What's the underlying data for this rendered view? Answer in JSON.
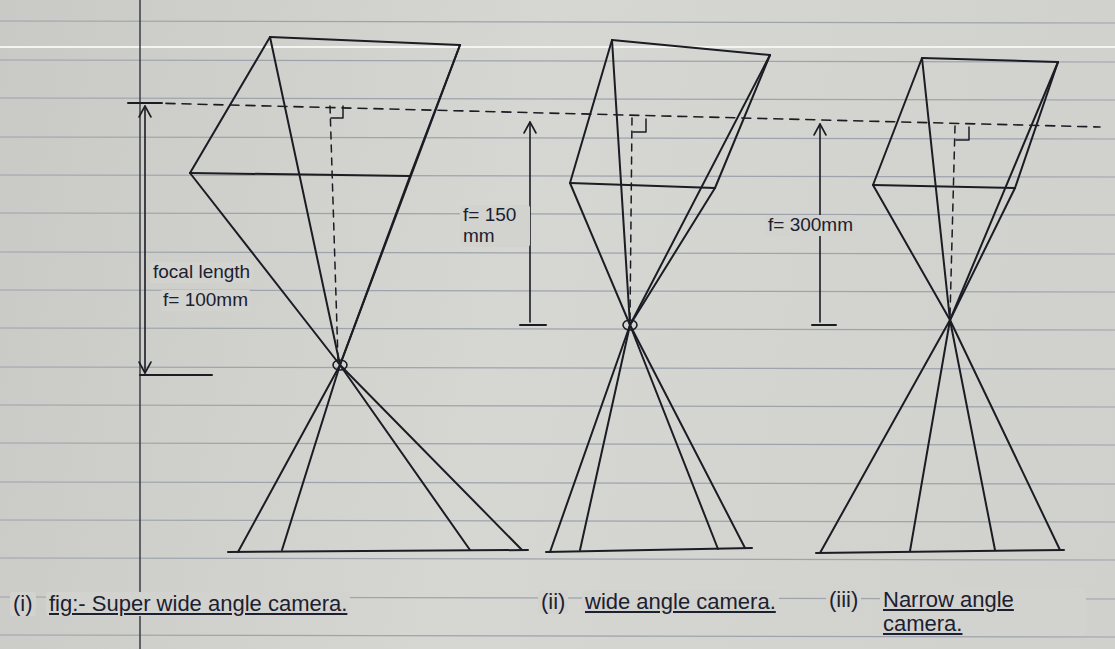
{
  "diagram": {
    "labels": [
      "focal length",
      "f= 100mm",
      "f= 150 mm",
      "f= 300mm",
      "(i)",
      "fig:- Super wide angle camera.",
      "(ii)",
      "wide angle camera.",
      "(iii)",
      "Narrow angle camera."
    ]
  }
}
